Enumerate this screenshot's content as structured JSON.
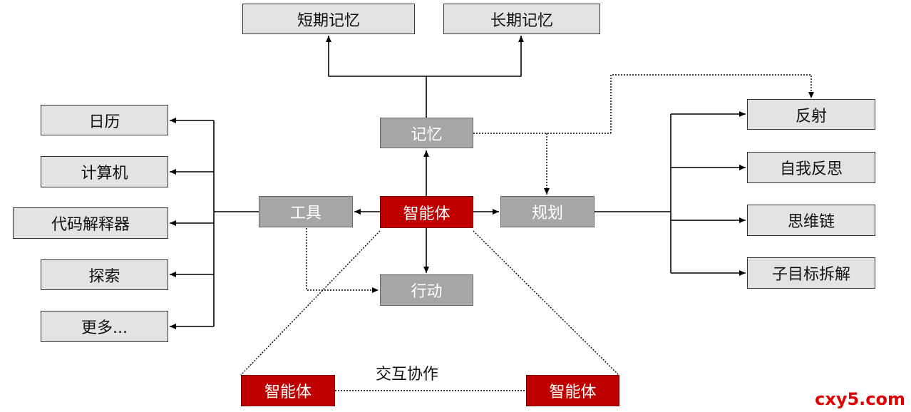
{
  "center": "智能体",
  "memory": {
    "label": "记忆",
    "short_term": "短期记忆",
    "long_term": "长期记忆"
  },
  "tools": {
    "label": "工具",
    "items": [
      "日历",
      "计算机",
      "代码解释器",
      "探索",
      "更多..."
    ]
  },
  "action": "行动",
  "planning": {
    "label": "规划",
    "items": [
      "反射",
      "自我反思",
      "思维链",
      "子目标拆解"
    ]
  },
  "collaboration": {
    "label": "交互协作",
    "agent_left": "智能体",
    "agent_right": "智能体"
  },
  "watermark": "cxy5.com",
  "colors": {
    "agent": "#c00000",
    "module": "#a6a6a6",
    "leaf": "#e3e3e3"
  }
}
